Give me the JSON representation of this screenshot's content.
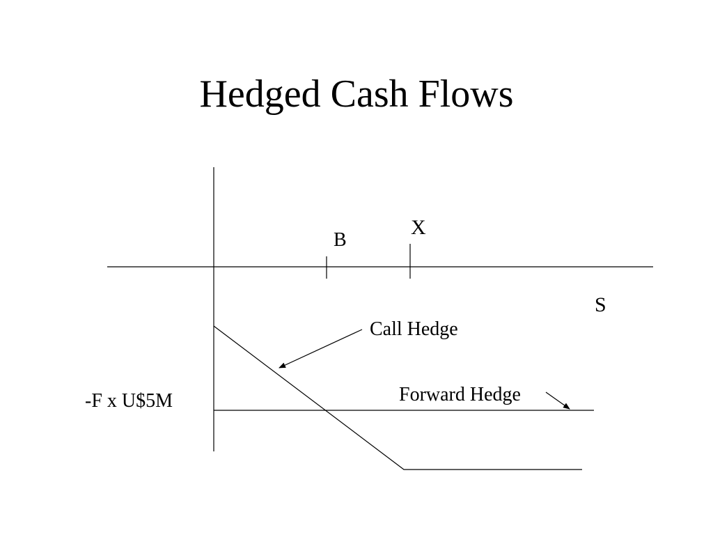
{
  "slide": {
    "title": "Hedged Cash Flows"
  },
  "diagram": {
    "axis_labels": {
      "horizontal": "S"
    },
    "tick_labels": {
      "b": "B",
      "x": "X"
    },
    "level_label": "-F x U$5M",
    "annotations": {
      "call_hedge": "Call Hedge",
      "forward_hedge": "Forward Hedge"
    }
  }
}
